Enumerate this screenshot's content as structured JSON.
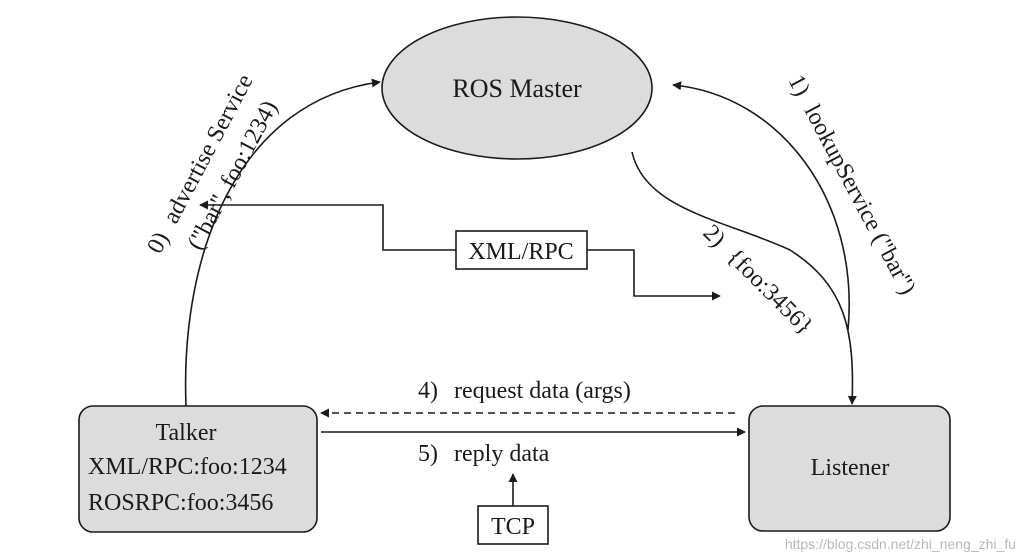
{
  "nodes": {
    "master": "ROS Master",
    "talker": {
      "title": "Talker",
      "line1": "XML/RPC:foo:1234",
      "line2": "ROSRPC:foo:3456"
    },
    "listener": "Listener",
    "xmlrpc": "XML/RPC",
    "tcp": "TCP"
  },
  "steps": {
    "s0": {
      "num": "0)",
      "line1": "advertise Service",
      "line2": "(\"bar\", foo:1234)"
    },
    "s1": {
      "num": "1)",
      "text": "lookupService (\"bar\")"
    },
    "s2": {
      "num": "2)",
      "text": "{foo:3456}"
    },
    "s4": {
      "num": "4)",
      "text": "request data (args)"
    },
    "s5": {
      "num": "5)",
      "text": "reply data"
    }
  },
  "watermark": "https://blog.csdn.net/zhi_neng_zhi_fu",
  "colors": {
    "node_fill": "#dcdcdc",
    "stroke": "#1a1a1a",
    "text": "#1a1a1a"
  }
}
